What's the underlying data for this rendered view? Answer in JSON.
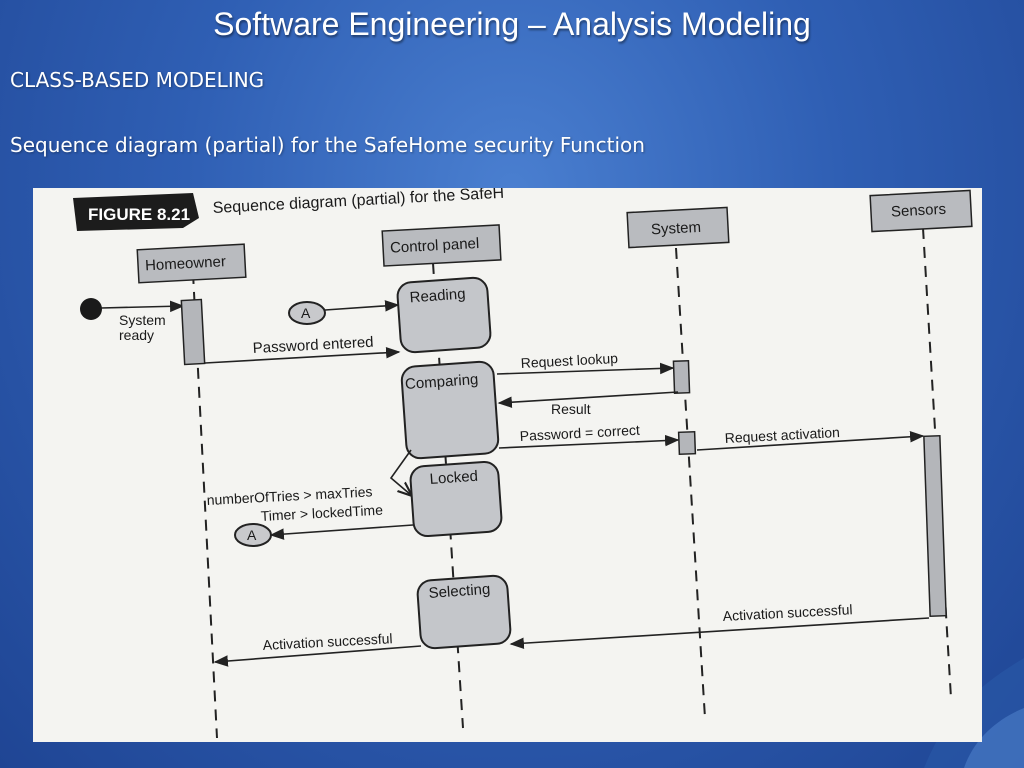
{
  "slide": {
    "title": "Software Engineering – Analysis Modeling",
    "heading": "CLASS-BASED MODELING",
    "subheading": "Sequence diagram (partial) for the SafeHome security Function"
  },
  "figure": {
    "badge": "FIGURE 8.21",
    "caption": "Sequence diagram (partial) for the SafeH"
  },
  "objects": {
    "homeowner": "Homeowner",
    "control_panel": "Control panel",
    "system": "System",
    "sensors": "Sensors"
  },
  "states": {
    "reading": "Reading",
    "comparing": "Comparing",
    "locked": "Locked",
    "selecting": "Selecting"
  },
  "connector": "A",
  "labels": {
    "system_ready_1": "System",
    "system_ready_2": "ready",
    "password_entered": "Password entered",
    "request_lookup": "Request lookup",
    "result": "Result",
    "password_correct": "Password = correct",
    "request_activation": "Request activation",
    "guard_tries": "numberOfTries > maxTries",
    "guard_timer": "Timer > lockedTime",
    "activation_successful_sensors": "Activation successful",
    "activation_successful_homeowner": "Activation successful"
  },
  "colors": {
    "slide_background": "#2f5fb4",
    "figure_background": "#f4f4f1",
    "object_box": "#b9bbbf",
    "badge": "#1c1c1c"
  }
}
